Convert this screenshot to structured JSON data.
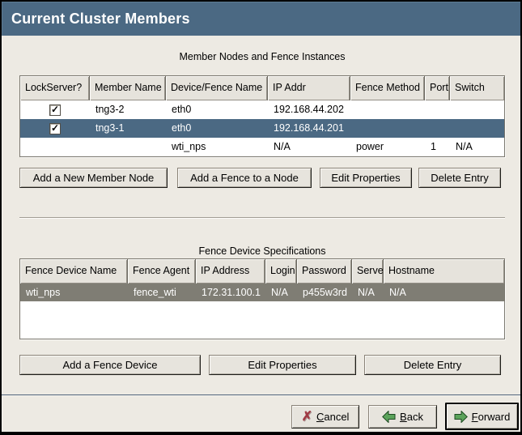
{
  "window_title": "Current Cluster Members",
  "colors": {
    "titlebar": "#4b6983",
    "selected_row_active": "#4b6983",
    "selected_row_inactive": "#7f7d74",
    "background": "#edeae3"
  },
  "icons": {
    "checkbox_check": "✓",
    "cancel_x": "✗"
  },
  "members": {
    "caption": "Member Nodes and Fence Instances",
    "columns": [
      "LockServer?",
      "Member Name",
      "Device/Fence Name",
      "IP Addr",
      "Fence Method",
      "Port",
      "Switch"
    ],
    "rows": [
      {
        "lockserver_checked": true,
        "member_name": "tng3-2",
        "device_fence_name": "eth0",
        "ip_addr": "192.168.44.202",
        "fence_method": "",
        "port": "",
        "switch": "",
        "selected": false
      },
      {
        "lockserver_checked": true,
        "member_name": "tng3-1",
        "device_fence_name": "eth0",
        "ip_addr": "192.168.44.201",
        "fence_method": "",
        "port": "",
        "switch": "",
        "selected": true
      },
      {
        "lockserver_checked": false,
        "member_name": "",
        "device_fence_name": "wti_nps",
        "ip_addr": "N/A",
        "fence_method": "power",
        "port": "1",
        "switch": "N/A",
        "selected": false
      }
    ],
    "buttons": [
      "Add a New Member Node",
      "Add a Fence to a Node",
      "Edit Properties",
      "Delete Entry"
    ]
  },
  "devices": {
    "caption": "Fence Device Specifications",
    "columns": [
      "Fence Device Name",
      "Fence Agent",
      "IP Address",
      "Login",
      "Password",
      "Server",
      "Hostname"
    ],
    "rows": [
      {
        "fence_device_name": "wti_nps",
        "fence_agent": "fence_wti",
        "ip_address": "172.31.100.1",
        "login": "N/A",
        "password": "p455w3rd",
        "server": "N/A",
        "hostname": "N/A",
        "selected": true
      }
    ],
    "buttons": [
      "Add a Fence Device",
      "Edit Properties",
      "Delete Entry"
    ]
  },
  "footer": {
    "cancel": {
      "mnemonic": "C",
      "rest": "ancel"
    },
    "back": {
      "mnemonic": "B",
      "rest": "ack"
    },
    "forward": {
      "mnemonic": "F",
      "rest": "orward"
    }
  }
}
